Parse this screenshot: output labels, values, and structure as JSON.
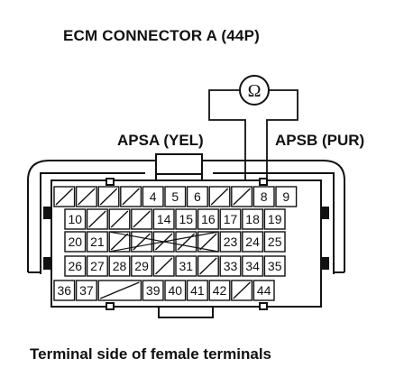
{
  "title": "ECM CONNECTOR A (44P)",
  "meter_symbol": "Ω",
  "probe_a_label": "APSA (YEL)",
  "probe_b_label": "APSB (PUR)",
  "caption": "Terminal side of female terminals",
  "rows": [
    [
      "",
      "",
      "",
      "",
      "4",
      "5",
      "6",
      "",
      "",
      "8",
      "9"
    ],
    [
      "10",
      "",
      "",
      "",
      "14",
      "15",
      "16",
      "17",
      "18",
      "19"
    ],
    [
      "20",
      "21",
      "",
      "",
      "",
      "",
      "",
      "23",
      "24",
      "25"
    ],
    [
      "26",
      "27",
      "28",
      "29",
      "",
      "31",
      "",
      "33",
      "34",
      "35"
    ],
    [
      "36",
      "37",
      "",
      "39",
      "40",
      "41",
      "42",
      "",
      "44"
    ]
  ]
}
